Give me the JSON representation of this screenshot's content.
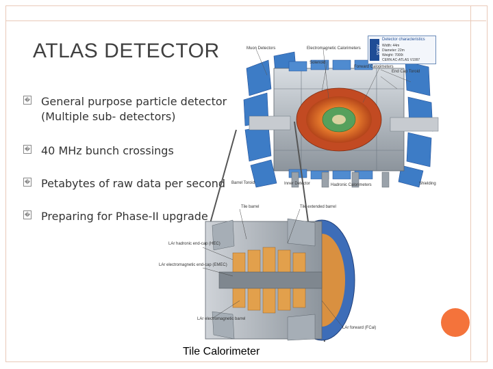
{
  "slide": {
    "title": "ATLAS DETECTOR",
    "bullets": [
      {
        "line1": "General purpose particle detector",
        "line2": "(Multiple sub- detectors)"
      },
      {
        "line1": "40 MHz bunch crossings"
      },
      {
        "line1": "Petabytes of raw data per second"
      },
      {
        "line1": "Preparing for Phase-II upgrade"
      }
    ],
    "bullet_glyph": "�",
    "caption": "Tile Calorimeter"
  },
  "atlas_diagram": {
    "labels": {
      "muon": "Muon Detectors",
      "em_cal": "Electromagnetic Calorimeters",
      "solenoid": "Solenoid",
      "fwd_cal": "Forward Calorimeters",
      "endcap_toroid": "End Cap Toroid",
      "barrel_toroid": "Barrel Toroid",
      "inner": "Inner Detector",
      "hadronic": "Hadronic Calorimeters",
      "shielding": "Shielding"
    },
    "characteristics": {
      "heading": "Detector characteristics",
      "rows": [
        "Width: 44m",
        "Diameter: 22m",
        "Weight: 7000t"
      ],
      "footer": "CERN AC-ATLAS V1997",
      "logo": "ATLAS"
    }
  },
  "tile_diagram": {
    "labels": {
      "tile_barrel": "Tile barrel",
      "tile_ext": "Tile extended barrel",
      "hec": "LAr hadronic end-cap (HEC)",
      "emec": "LAr electromagnetic end-cap (EMEC)",
      "em_barrel": "LAr electromagnetic barrel",
      "fcal": "LAr forward (FCal)"
    }
  },
  "colors": {
    "accent_orange": "#f4733b",
    "frame": "#e9c9b8",
    "muon_blue": "#3d7cc6",
    "calorimeter_orange": "#d97a2b"
  }
}
